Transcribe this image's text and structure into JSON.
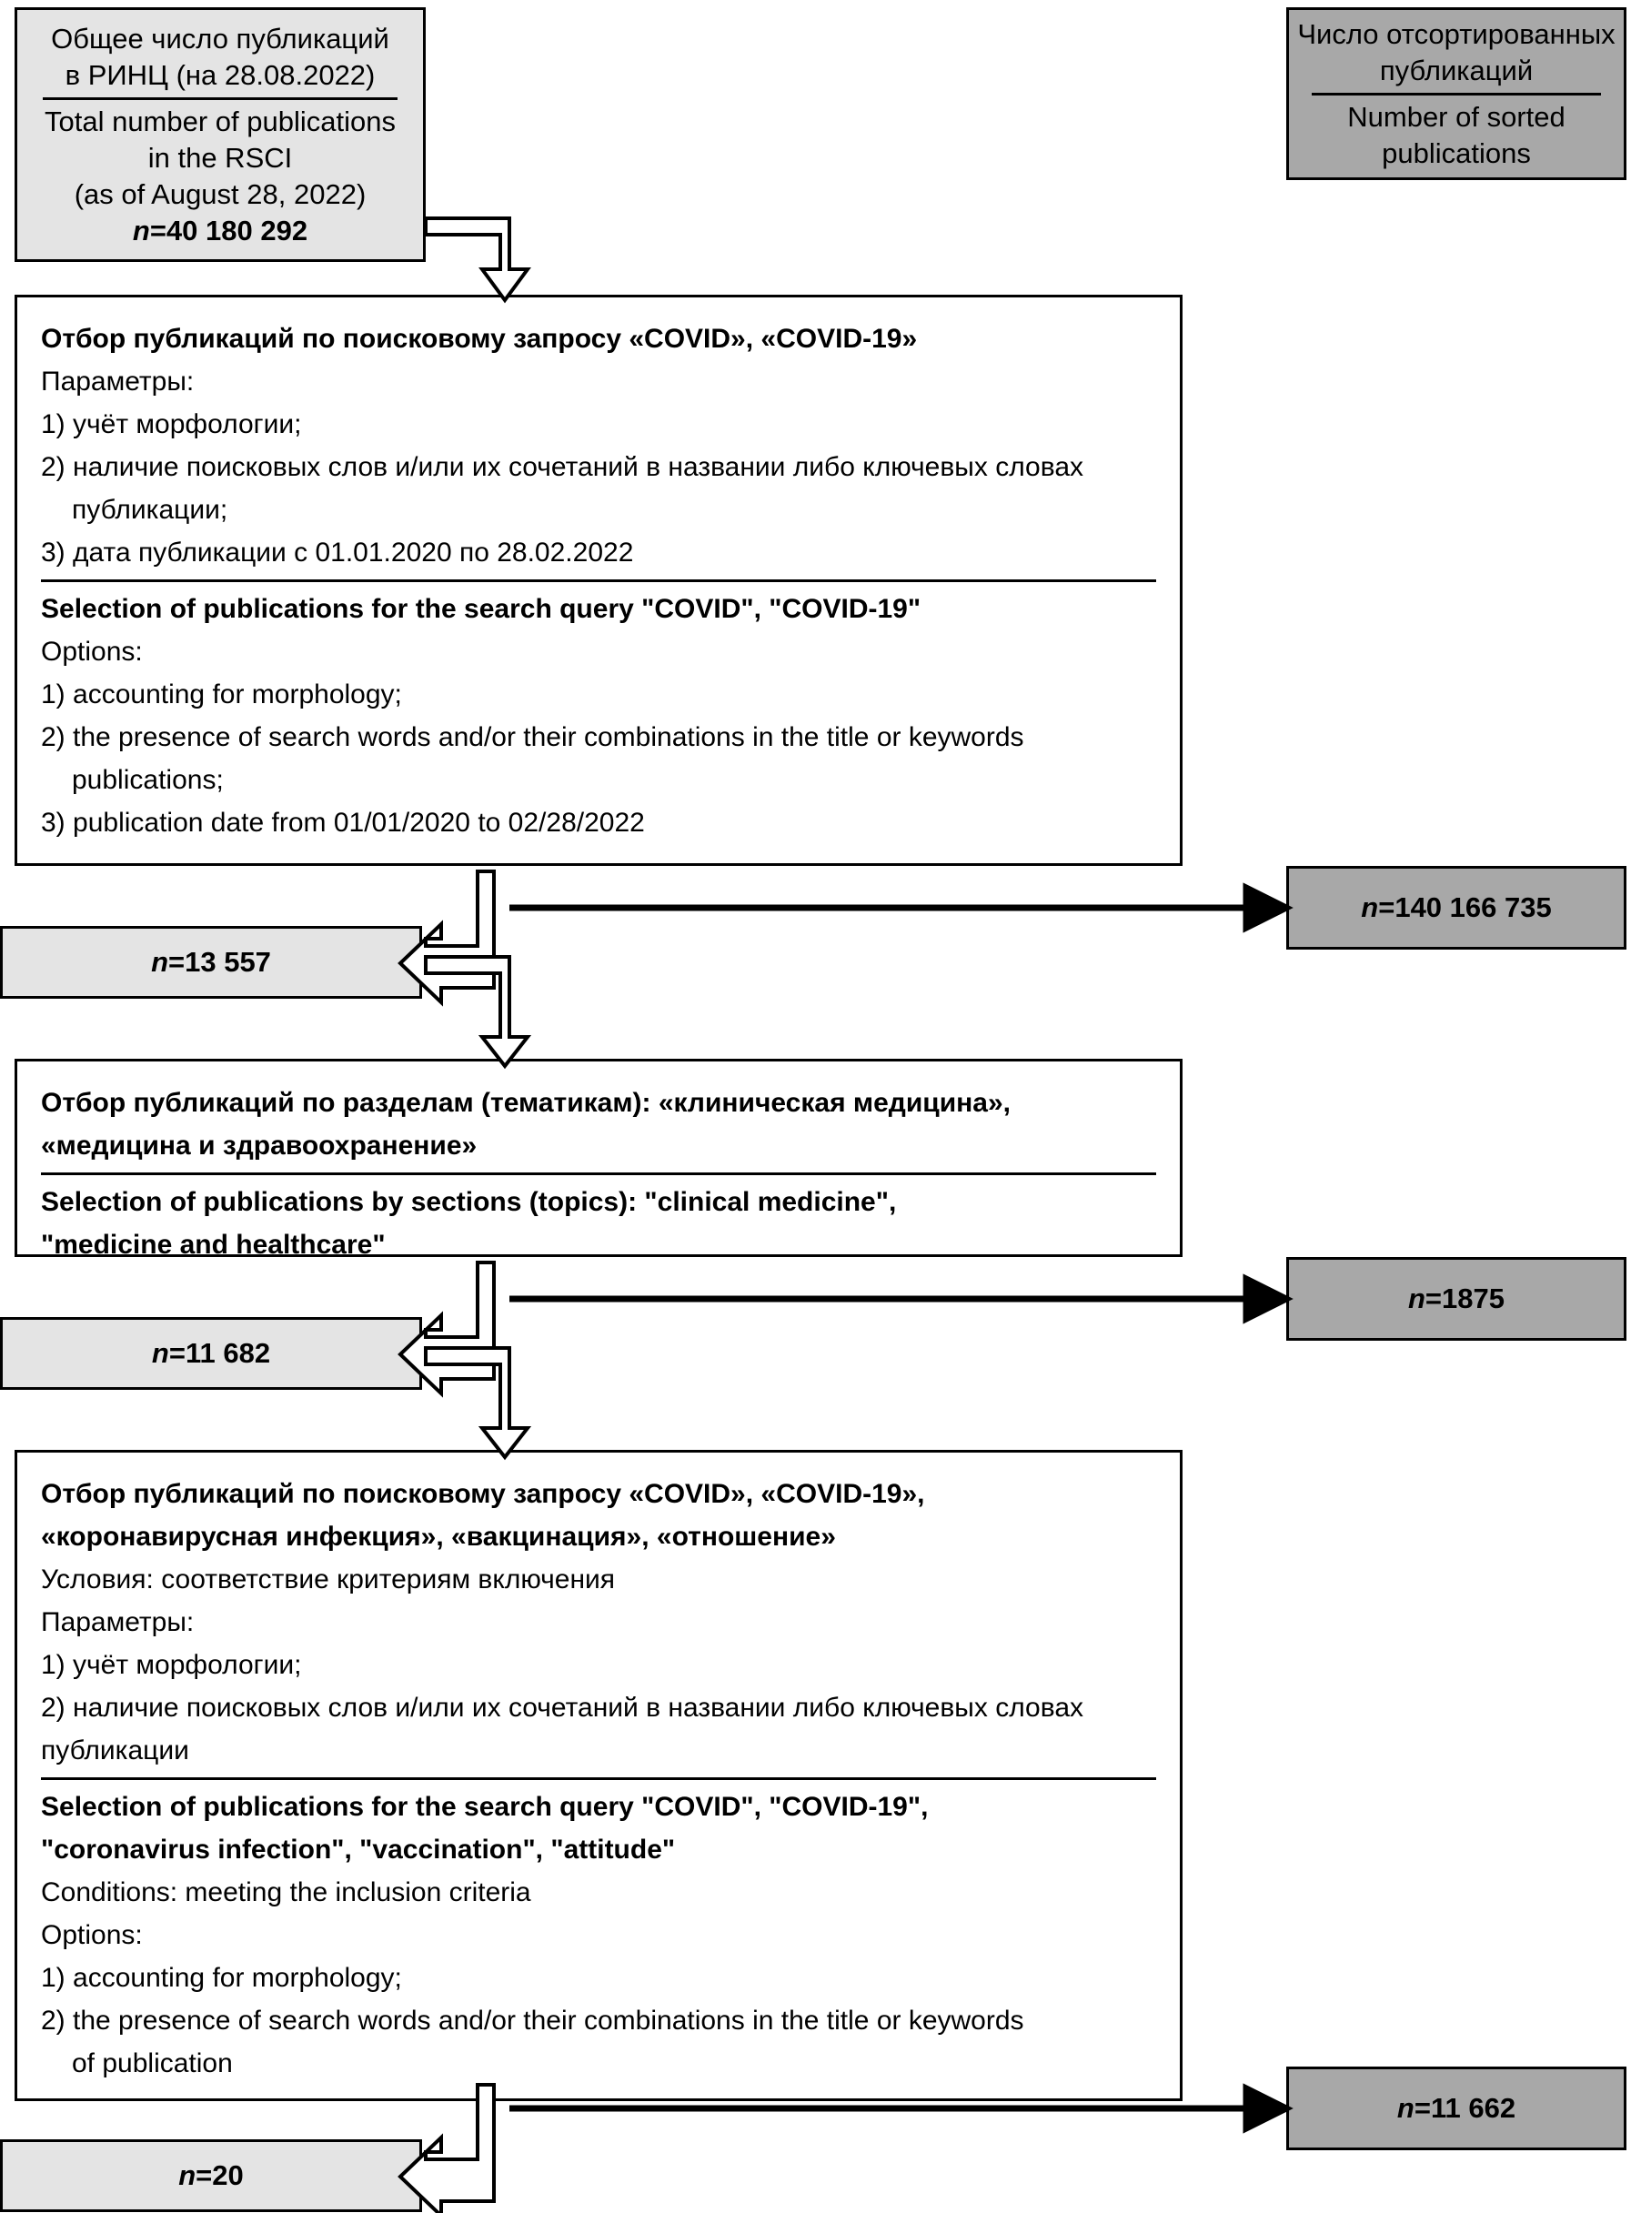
{
  "header": {
    "total_box": {
      "ru_lines": [
        "Общее число публикаций",
        "в РИНЦ (на 28.08.2022)"
      ],
      "en_lines": [
        "Total number of publications",
        "in the RSCI",
        "(as of August 28, 2022)"
      ],
      "n_label": "n",
      "n_value": "=40 180 292"
    },
    "sorted_box": {
      "ru_lines": [
        "Число отсортированных",
        "публикаций"
      ],
      "en_lines": [
        "Number of sorted",
        "publications"
      ]
    }
  },
  "steps": [
    {
      "id": "step-1",
      "ru": [
        {
          "text": "Отбор публикаций по поисковому запросу «COVID», «COVID-19»",
          "bold": true,
          "indent": false
        },
        {
          "text": "Параметры:",
          "bold": false,
          "indent": false
        },
        {
          "text": "1) учёт морфологии;",
          "bold": false,
          "indent": false
        },
        {
          "text": "2) наличие поисковых слов и/или их сочетаний в названии либо ключевых словах",
          "bold": false,
          "indent": false
        },
        {
          "text": "публикации;",
          "bold": false,
          "indent": true
        },
        {
          "text": "3) дата публикации с 01.01.2020 по 28.02.2022",
          "bold": false,
          "indent": false
        }
      ],
      "en": [
        {
          "text": "Selection of publications for the search query \"COVID\", \"COVID-19\"",
          "bold": true,
          "indent": false
        },
        {
          "text": "Options:",
          "bold": false,
          "indent": false
        },
        {
          "text": "1) accounting for morphology;",
          "bold": false,
          "indent": false
        },
        {
          "text": "2) the presence of search words and/or their combinations in the title or keywords",
          "bold": false,
          "indent": false
        },
        {
          "text": "publications;",
          "bold": false,
          "indent": true
        },
        {
          "text": "3) publication date from 01/01/2020 to 02/28/2022",
          "bold": false,
          "indent": false
        }
      ],
      "excluded_n": {
        "label": "n",
        "value": "=140 166 735"
      },
      "retained_n": {
        "label": "n",
        "value": "=13 557"
      }
    },
    {
      "id": "step-2",
      "ru": [
        {
          "text": "Отбор публикаций по разделам (тематикам): «клиническая медицина»,",
          "bold": true,
          "indent": false
        },
        {
          "text": "«медицина и здравоохранение»",
          "bold": true,
          "indent": false
        }
      ],
      "en": [
        {
          "text": "Selection of publications by sections (topics): \"clinical medicine\",",
          "bold": true,
          "indent": false
        },
        {
          "text": "\"medicine and healthcare\"",
          "bold": true,
          "indent": false
        }
      ],
      "excluded_n": {
        "label": "n",
        "value": "=1875"
      },
      "retained_n": {
        "label": "n",
        "value": "=11 682"
      }
    },
    {
      "id": "step-3",
      "ru": [
        {
          "text": "Отбор публикаций по поисковому запросу «COVID», «COVID-19»,",
          "bold": true,
          "indent": false
        },
        {
          "text": "«коронавирусная инфекция», «вакцинация», «отношение»",
          "bold": true,
          "indent": false
        },
        {
          "text": "Условия: соответствие критериям включения",
          "bold": false,
          "indent": false
        },
        {
          "text": "Параметры:",
          "bold": false,
          "indent": false
        },
        {
          "text": "1) учёт морфологии;",
          "bold": false,
          "indent": false
        },
        {
          "text": "2) наличие поисковых слов и/или их сочетаний в названии либо ключевых словах",
          "bold": false,
          "indent": false
        },
        {
          "text": "публикации",
          "bold": false,
          "indent": false
        }
      ],
      "en": [
        {
          "text": "Selection of publications for the search query \"COVID\", \"COVID-19\",",
          "bold": true,
          "indent": false
        },
        {
          "text": "\"coronavirus infection\", \"vaccination\", \"attitude\"",
          "bold": true,
          "indent": false
        },
        {
          "text": "Conditions: meeting the inclusion criteria",
          "bold": false,
          "indent": false
        },
        {
          "text": "Options:",
          "bold": false,
          "indent": false
        },
        {
          "text": "1) accounting for morphology;",
          "bold": false,
          "indent": false
        },
        {
          "text": "2) the presence of search words and/or their combinations in the title or keywords",
          "bold": false,
          "indent": false
        },
        {
          "text": "of publication",
          "bold": false,
          "indent": true
        }
      ],
      "excluded_n": {
        "label": "n",
        "value": "=11 662"
      },
      "retained_n": {
        "label": "n",
        "value": "=20"
      }
    }
  ],
  "colors": {
    "box_light": "#e4e4e4",
    "box_dark": "#a8a8a8",
    "box_white": "#ffffff",
    "stroke": "#000000"
  }
}
